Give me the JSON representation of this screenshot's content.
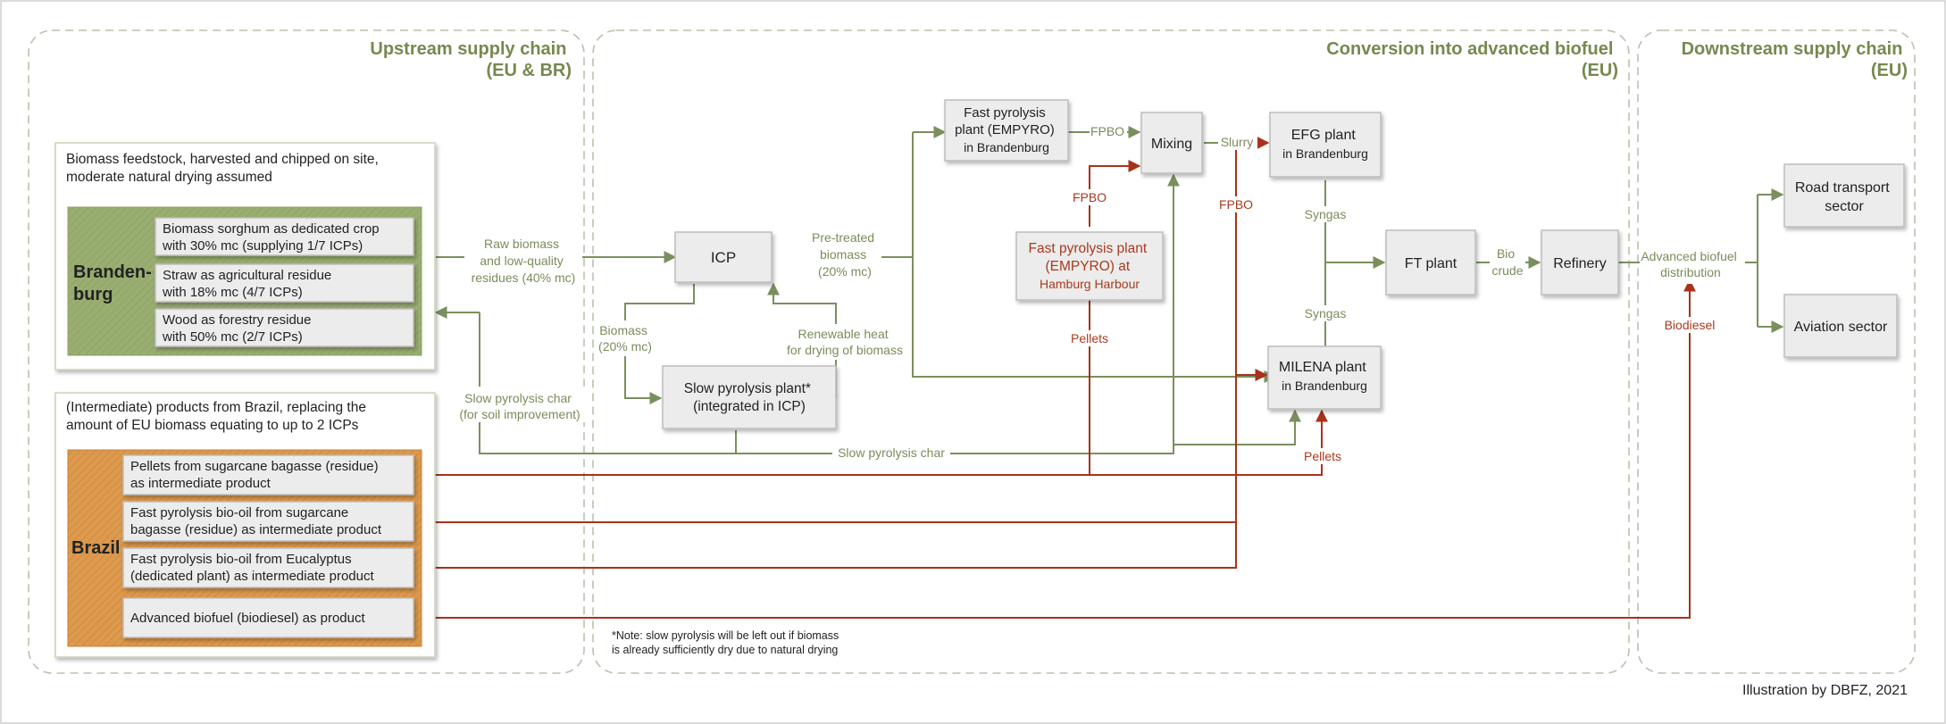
{
  "regions": {
    "upstream": [
      "Upstream supply chain",
      "(EU & BR)"
    ],
    "conversion": [
      "Conversion into advanced biofuel",
      "(EU)"
    ],
    "downstream": [
      "Downstream supply chain",
      "(EU)"
    ]
  },
  "colors": {
    "green": "#7a8f5e",
    "red": "#a8321a",
    "brandenburg": "#9aae72",
    "brazil": "#dd9a4e",
    "box": "#ececec"
  },
  "feedstock": {
    "header": [
      "Biomass feedstock, harvested and chipped on site,",
      "moderate natural drying assumed"
    ],
    "region_label": [
      "Branden-",
      "burg"
    ],
    "items": [
      [
        "Biomass sorghum as dedicated crop",
        "with 30% mc (supplying 1/7 ICPs)"
      ],
      [
        "Straw as agricultural residue",
        "with 18% mc (4/7 ICPs)"
      ],
      [
        "Wood as forestry residue",
        "with 50% mc (2/7 ICPs)"
      ]
    ]
  },
  "brazil": {
    "header": [
      "(Intermediate) products from Brazil, replacing the",
      "amount of EU biomass equating to up to 2 ICPs"
    ],
    "region_label": "Brazil",
    "items": [
      [
        "Pellets from sugarcane bagasse (residue)",
        "as intermediate product"
      ],
      [
        "Fast pyrolysis bio-oil from sugarcane",
        "bagasse (residue) as intermediate product"
      ],
      [
        "Fast pyrolysis bio-oil from Eucalyptus",
        "(dedicated plant) as intermediate product"
      ],
      [
        "Advanced biofuel (biodiesel) as product"
      ]
    ]
  },
  "nodes": {
    "icp": [
      "ICP"
    ],
    "slow_pyrolysis": [
      "Slow pyrolysis plant*",
      "(integrated in ICP)"
    ],
    "fast_pyrolysis_bb": [
      "Fast pyrolysis",
      "plant (EMPYRO)",
      "in Brandenburg"
    ],
    "fast_pyrolysis_hh": [
      "Fast pyrolysis plant",
      "(EMPYRO) at",
      "Hamburg Harbour"
    ],
    "mixing": [
      "Mixing"
    ],
    "efg": [
      "EFG plant",
      "in Brandenburg"
    ],
    "milena": [
      "MILENA plant",
      "in Brandenburg"
    ],
    "ft": [
      "FT plant"
    ],
    "refinery": [
      "Refinery"
    ],
    "road": [
      "Road transport",
      "sector"
    ],
    "aviation": [
      "Aviation sector"
    ]
  },
  "flow_labels": {
    "raw_biomass": [
      "Raw biomass",
      "and low-quality",
      "residues (40% mc)"
    ],
    "slow_char_soil": [
      "Slow pyrolysis char",
      "(for soil improvement)"
    ],
    "pretreated": [
      "Pre-treated",
      "biomass",
      "(20% mc)"
    ],
    "biomass20": [
      "Biomass",
      "(20% mc)"
    ],
    "renewable_heat": [
      "Renewable heat",
      "for drying of biomass"
    ],
    "fpbo_green": "FPBO",
    "slurry": "Slurry",
    "fpbo_red_hh": "FPBO",
    "fpbo_red_br": "FPBO",
    "pellets_hh": "Pellets",
    "pellets_milena": "Pellets",
    "syngas_top": "Syngas",
    "syngas_bottom": "Syngas",
    "bio_crude": [
      "Bio",
      "crude"
    ],
    "advanced_distribution": [
      "Advanced biofuel",
      "distribution"
    ],
    "biodiesel": "Biodiesel",
    "slow_char": "Slow pyrolysis char"
  },
  "note": [
    "*Note: slow pyrolysis will be left out if biomass",
    "is already sufficiently dry due to natural drying"
  ],
  "credit": "Illustration by DBFZ, 2021"
}
